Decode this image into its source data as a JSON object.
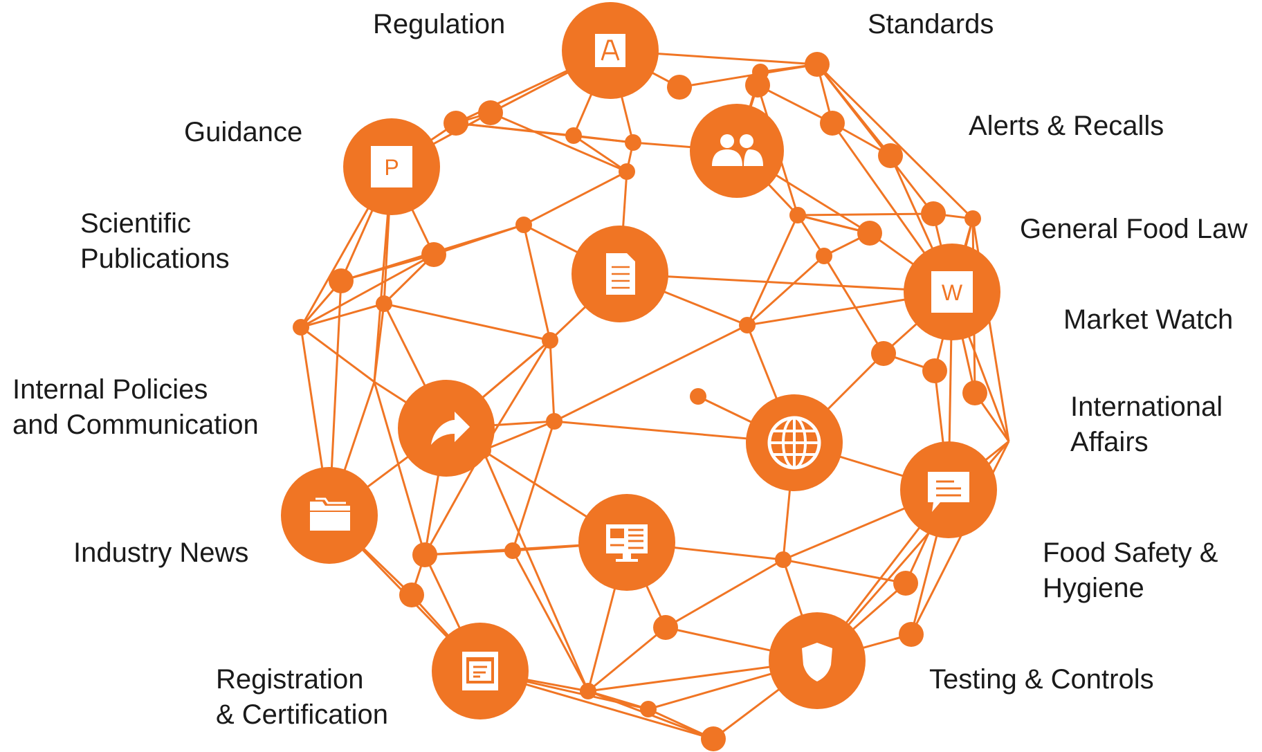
{
  "accent_color": "#f07524",
  "labels": {
    "regulation": [
      "Regulation"
    ],
    "standards": [
      "Standards"
    ],
    "guidance": [
      "Guidance"
    ],
    "alerts": [
      "Alerts & Recalls"
    ],
    "scientific": [
      "Scientific",
      "Publications"
    ],
    "general_food_law": [
      "General Food Law"
    ],
    "market_watch": [
      "Market Watch"
    ],
    "internal": [
      "Internal Policies",
      "and Communication"
    ],
    "international": [
      "International",
      "Affairs"
    ],
    "industry_news": [
      "Industry News"
    ],
    "food_safety": [
      "Food Safety &",
      "Hygiene"
    ],
    "registration": [
      "Registration",
      "& Certification"
    ],
    "testing": [
      "Testing & Controls"
    ]
  },
  "hubs": [
    {
      "name": "pdf-icon",
      "letter": ""
    },
    {
      "name": "powerpoint-icon",
      "letter": "P"
    },
    {
      "name": "users-icon",
      "letter": ""
    },
    {
      "name": "document-icon",
      "letter": ""
    },
    {
      "name": "word-icon",
      "letter": "W"
    },
    {
      "name": "share-icon",
      "letter": ""
    },
    {
      "name": "globe-icon",
      "letter": ""
    },
    {
      "name": "chat-icon",
      "letter": ""
    },
    {
      "name": "folder-icon",
      "letter": ""
    },
    {
      "name": "dashboard-icon",
      "letter": ""
    },
    {
      "name": "form-icon",
      "letter": ""
    },
    {
      "name": "shield-icon",
      "letter": ""
    }
  ]
}
